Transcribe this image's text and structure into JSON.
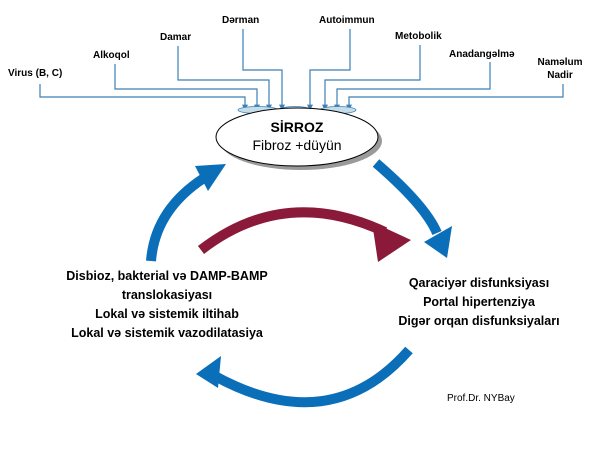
{
  "causes": [
    {
      "label": "Virus (B, C)"
    },
    {
      "label": "Alkoqol"
    },
    {
      "label": "Damar"
    },
    {
      "label": "Dərman"
    },
    {
      "label": "Autoimmun"
    },
    {
      "label": "Metobolik"
    },
    {
      "label": "Anadangəlmə"
    },
    {
      "label_line1": "Naməlum",
      "label_line2": "Nadir"
    }
  ],
  "center": {
    "title": "SİRROZ",
    "subtitle": "Fibroz +düyün"
  },
  "left_block": {
    "line1": "Disbioz, bakterial və DAMP-BAMP",
    "line2": "translokasiyası",
    "line3": "Lokal və sistemik iltihab",
    "line4": "Lokal və sistemik vazodilatasiya"
  },
  "right_block": {
    "line1": "Qaraciyər disfunksiyası",
    "line2": "Portal hipertenziya",
    "line3": "Digər orqan disfunksiyaları"
  },
  "credit": "Prof.Dr. NYBay",
  "colors": {
    "cycle_arrow": "#0a6fb8",
    "center_arrow": "#8b1a3a",
    "cause_lines": "#3c7fb4",
    "small_ovals": "#c4dde9"
  }
}
